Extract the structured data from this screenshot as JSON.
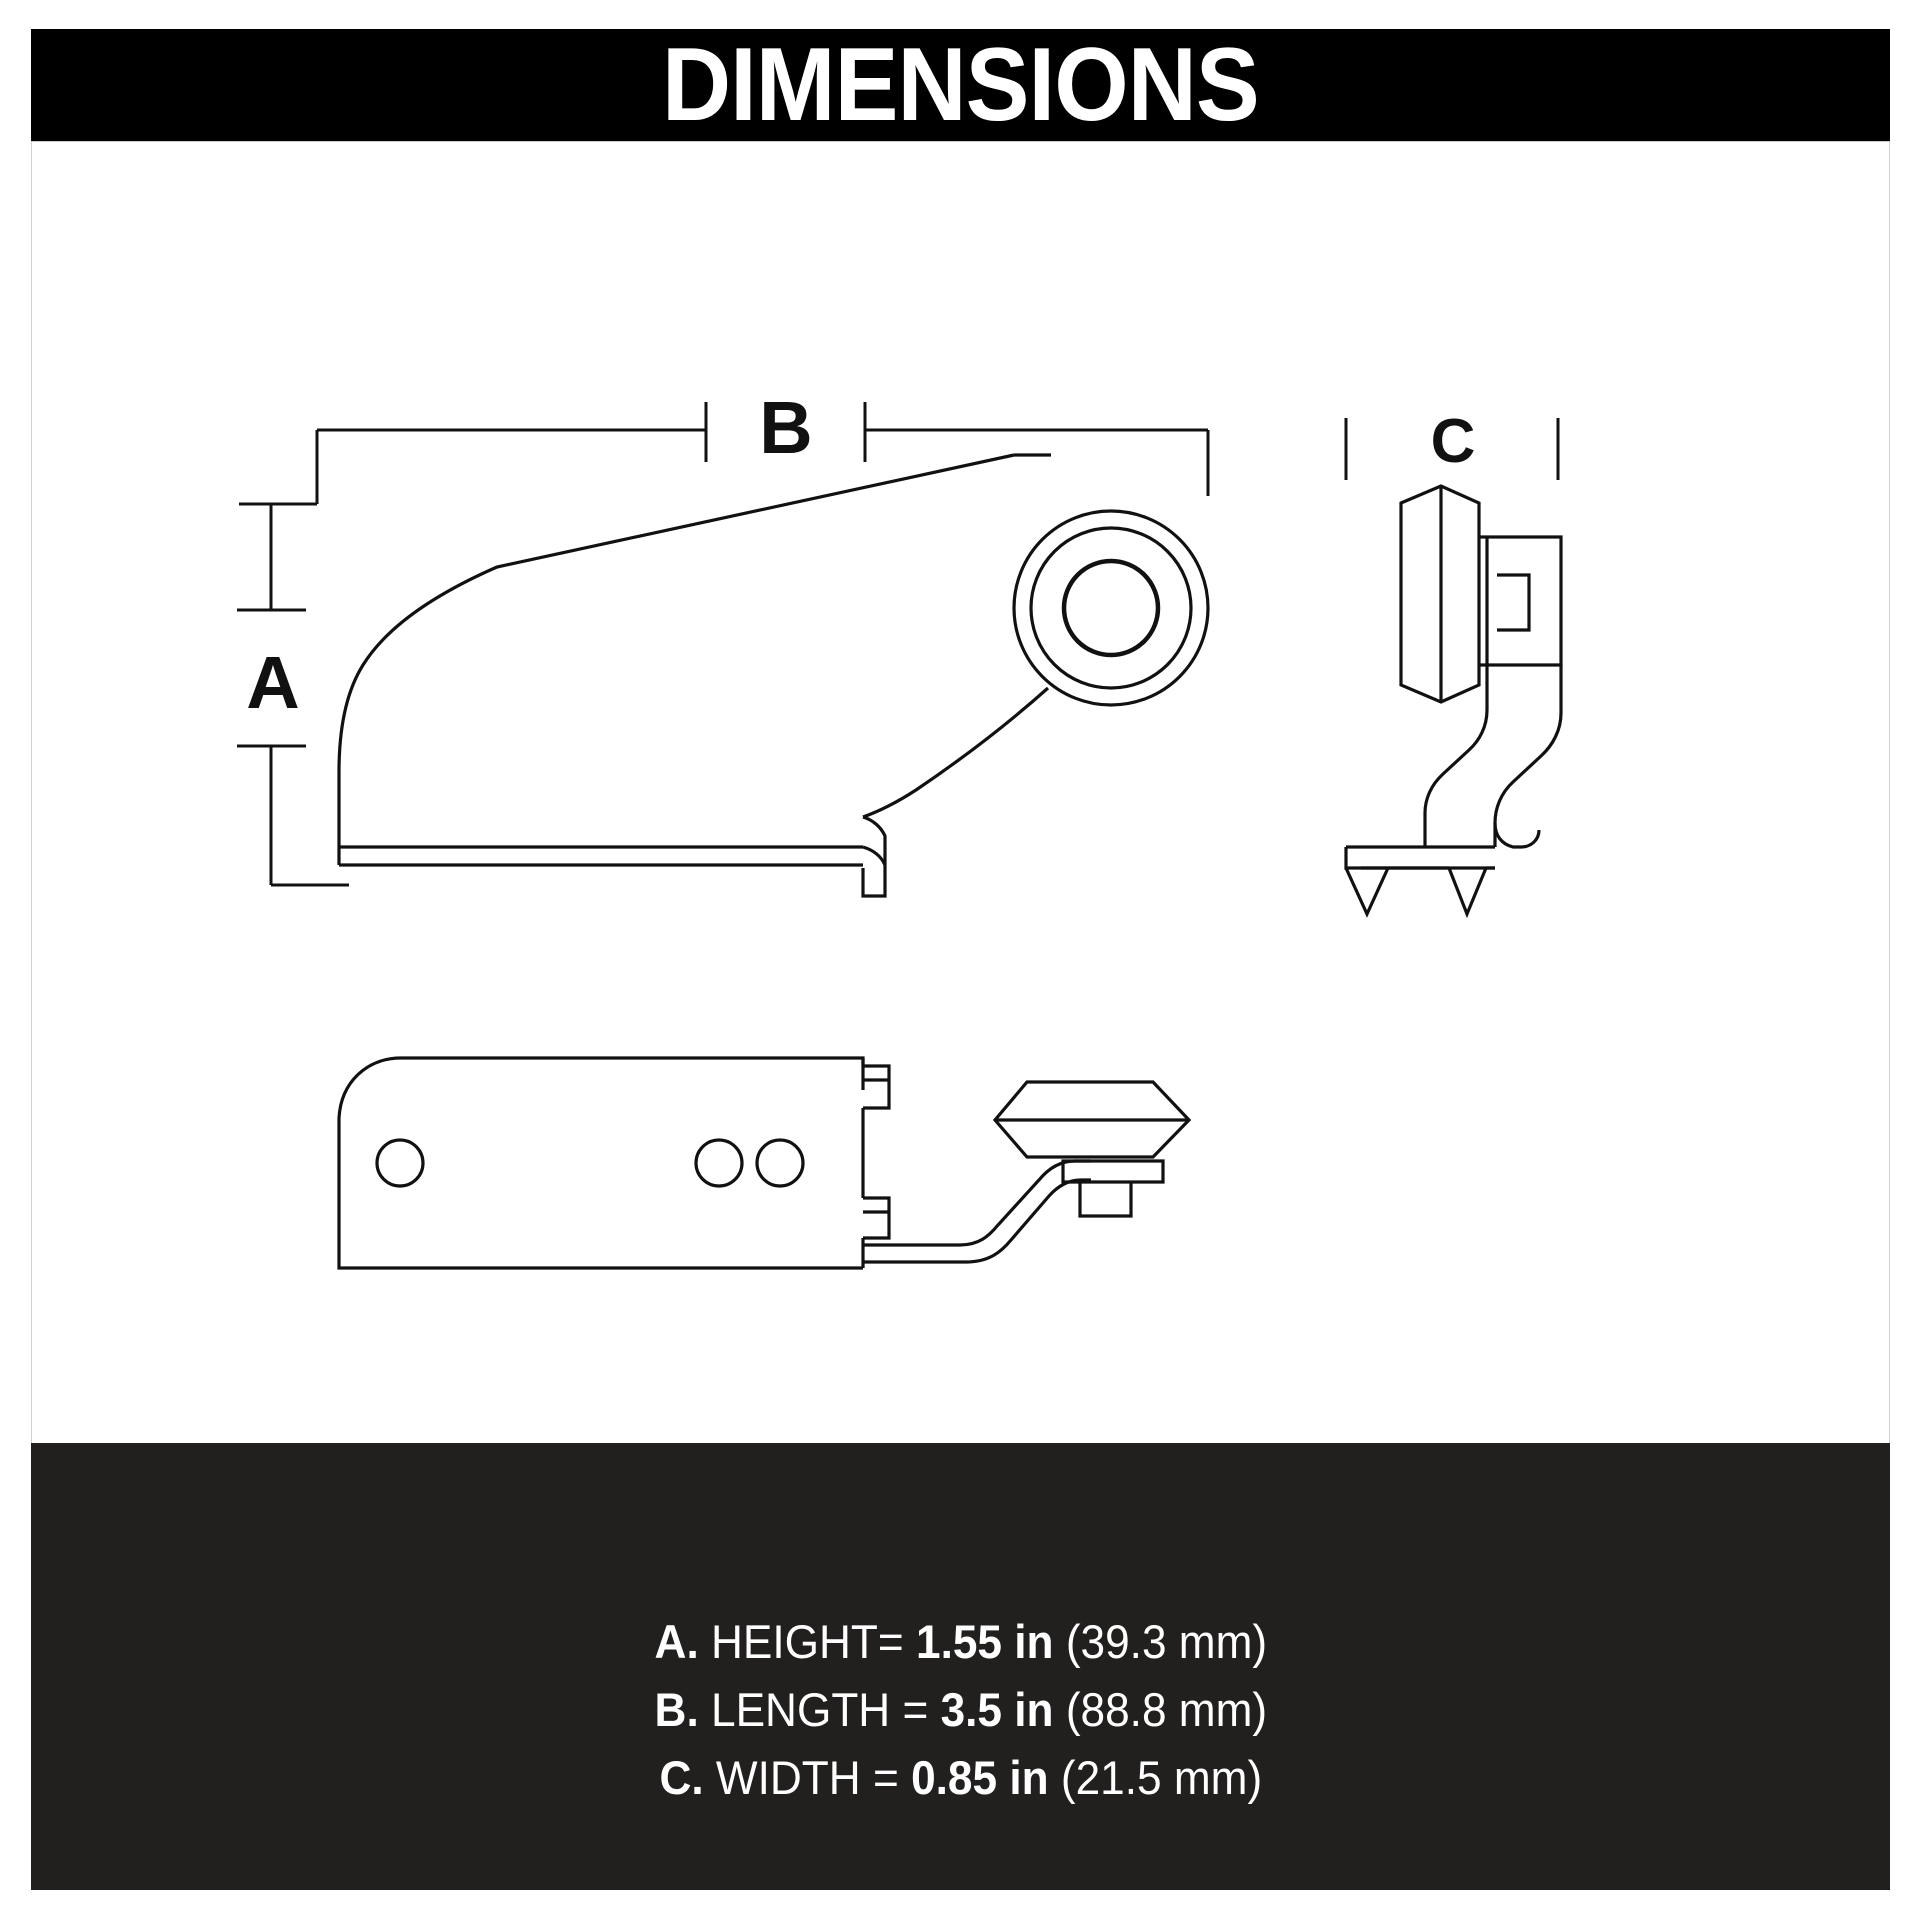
{
  "header": {
    "title": "DIMENSIONS",
    "background_color": "#000000",
    "text_color": "#ffffff"
  },
  "drawing": {
    "background_color": "#ffffff",
    "line_color": "#111111",
    "views": [
      {
        "name": "side-view",
        "description": "Side elevation of bracket with circular boss"
      },
      {
        "name": "end-view",
        "description": "End elevation showing width"
      },
      {
        "name": "plan-view",
        "description": "Top plan view with mounting holes"
      }
    ],
    "dimension_labels": [
      {
        "id": "A",
        "label": "A",
        "orientation": "vertical",
        "view": "side-view"
      },
      {
        "id": "B",
        "label": "B",
        "orientation": "horizontal",
        "view": "side-view"
      },
      {
        "id": "C",
        "label": "C",
        "orientation": "horizontal",
        "view": "end-view"
      }
    ]
  },
  "footer": {
    "background_color": "#221f1f",
    "text_color": "#ffffff",
    "specs": [
      {
        "key": "A.",
        "name": "HEIGHT=",
        "value": "1.55 in",
        "metric": "(39.3 mm)"
      },
      {
        "key": "B.",
        "name": "LENGTH =",
        "value": "3.5 in",
        "metric": "(88.8 mm)"
      },
      {
        "key": "C.",
        "name": "WIDTH =",
        "value": "0.85 in",
        "metric": "(21.5 mm)"
      }
    ]
  }
}
